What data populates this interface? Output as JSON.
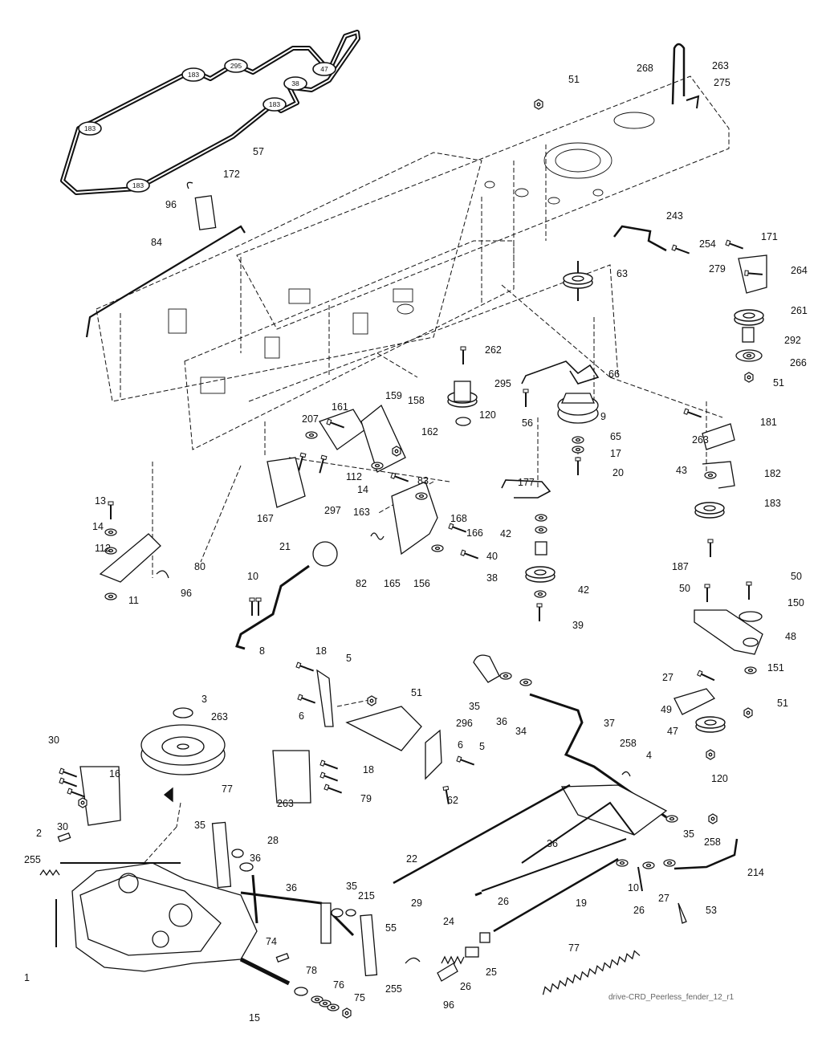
{
  "diagram": {
    "caption": "drive-CRD_Peerless_fender_12_r1",
    "belt_badges": [
      "183",
      "295",
      "47",
      "38",
      "183",
      "183",
      "183"
    ],
    "part_labels": [
      "51",
      "268",
      "263",
      "275",
      "57",
      "172",
      "96",
      "84",
      "243",
      "254",
      "171",
      "279",
      "264",
      "63",
      "261",
      "292",
      "266",
      "51",
      "262",
      "66",
      "295",
      "120",
      "56",
      "9",
      "65",
      "17",
      "20",
      "263",
      "181",
      "43",
      "182",
      "183",
      "187",
      "207",
      "161",
      "159",
      "158",
      "162",
      "112",
      "14",
      "163",
      "167",
      "297",
      "83",
      "13",
      "14",
      "112",
      "80",
      "96",
      "11",
      "168",
      "166",
      "21",
      "82",
      "165",
      "156",
      "177",
      "42",
      "40",
      "38",
      "42",
      "39",
      "50",
      "50",
      "150",
      "48",
      "27",
      "151",
      "49",
      "51",
      "47",
      "120",
      "10",
      "8",
      "18",
      "5",
      "51",
      "6",
      "296",
      "5",
      "18",
      "6",
      "62",
      "35",
      "36",
      "34",
      "37",
      "258",
      "4",
      "3",
      "263",
      "30",
      "16",
      "30",
      "263",
      "79",
      "77",
      "2",
      "255",
      "35",
      "36",
      "28",
      "36",
      "35",
      "258",
      "22",
      "29",
      "26",
      "10",
      "26",
      "27",
      "53",
      "214",
      "36",
      "35",
      "215",
      "19",
      "24",
      "25",
      "26",
      "96",
      "255",
      "55",
      "77",
      "74",
      "78",
      "76",
      "75",
      "15",
      "1"
    ]
  }
}
